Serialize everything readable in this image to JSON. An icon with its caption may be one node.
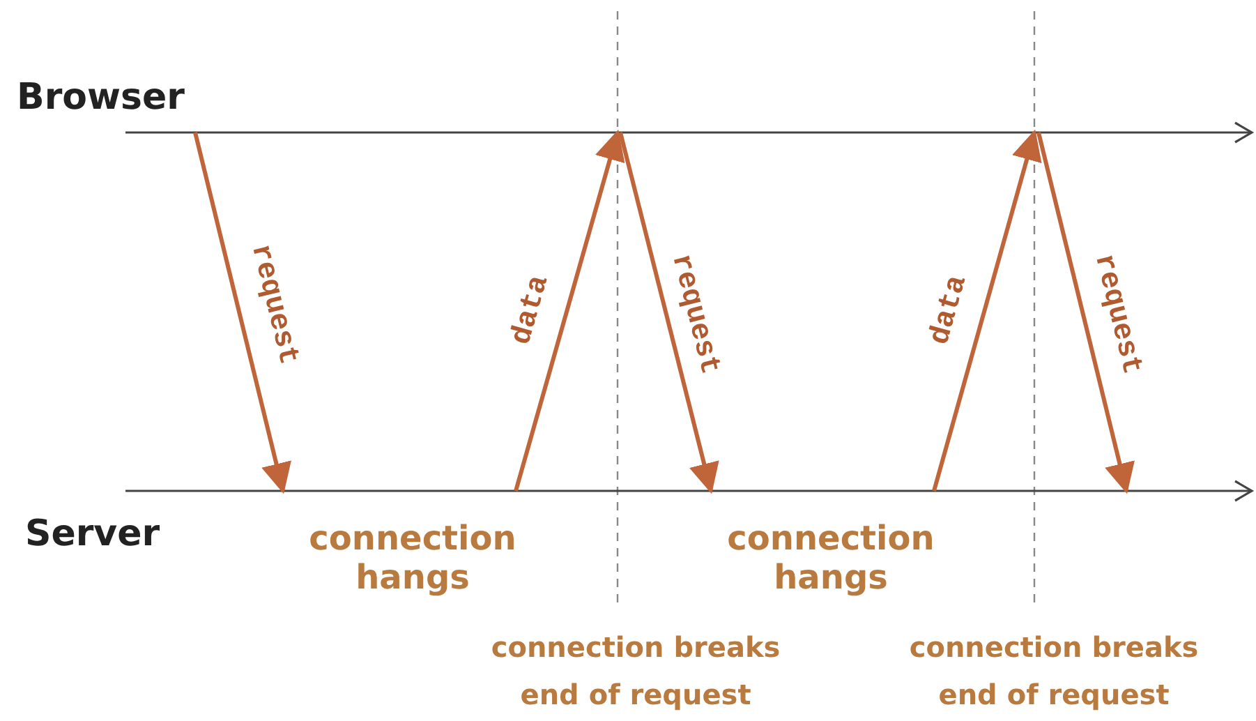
{
  "diagram": {
    "nodes": [
      {
        "text": [
          "Browser"
        ]
      },
      {
        "text": [
          "Server"
        ]
      }
    ],
    "edges": [
      {
        "from": 0,
        "to": 1,
        "arrow": "to",
        "label": "request"
      },
      {
        "from": 1,
        "to": 0,
        "arrow": "to",
        "label": "data"
      },
      {
        "from": 0,
        "to": 1,
        "arrow": "to",
        "label": "request"
      },
      {
        "from": 1,
        "to": 0,
        "arrow": "to",
        "label": "data"
      },
      {
        "from": 0,
        "to": 1,
        "arrow": "to",
        "label": "request"
      }
    ],
    "labels": [
      "connection hangs",
      "connection hangs",
      "connection breaks",
      "end of request",
      "connection breaks",
      "end of request"
    ]
  }
}
